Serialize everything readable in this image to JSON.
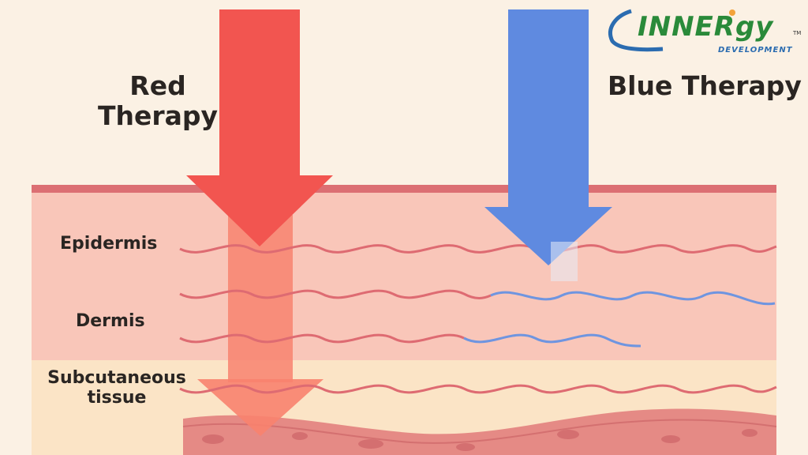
{
  "titles": {
    "red": "Red Therapy",
    "blue": "Blue Therapy"
  },
  "layers": {
    "epidermis": "Epidermis",
    "dermis": "Dermis",
    "subcutaneous": "Subcutaneous tissue"
  },
  "logo": {
    "name": "INNERgy",
    "tagline": "DEVELOPMENT",
    "tm": "TM"
  },
  "colors": {
    "background": "#fbf1e4",
    "skin_layer": "#f9c6b9",
    "skin_surface": "#dc6f73",
    "subcutaneous": "#fbe4c6",
    "tissue": "#e58a85",
    "red_arrow": "#f25550",
    "red_beam": "#f8826e",
    "blue_arrow": "#5f8ae0",
    "red_wave": "#de6b72",
    "blue_wave": "#6f95e0",
    "logo_green": "#2a8a3a",
    "logo_blue": "#2b6cb0"
  }
}
